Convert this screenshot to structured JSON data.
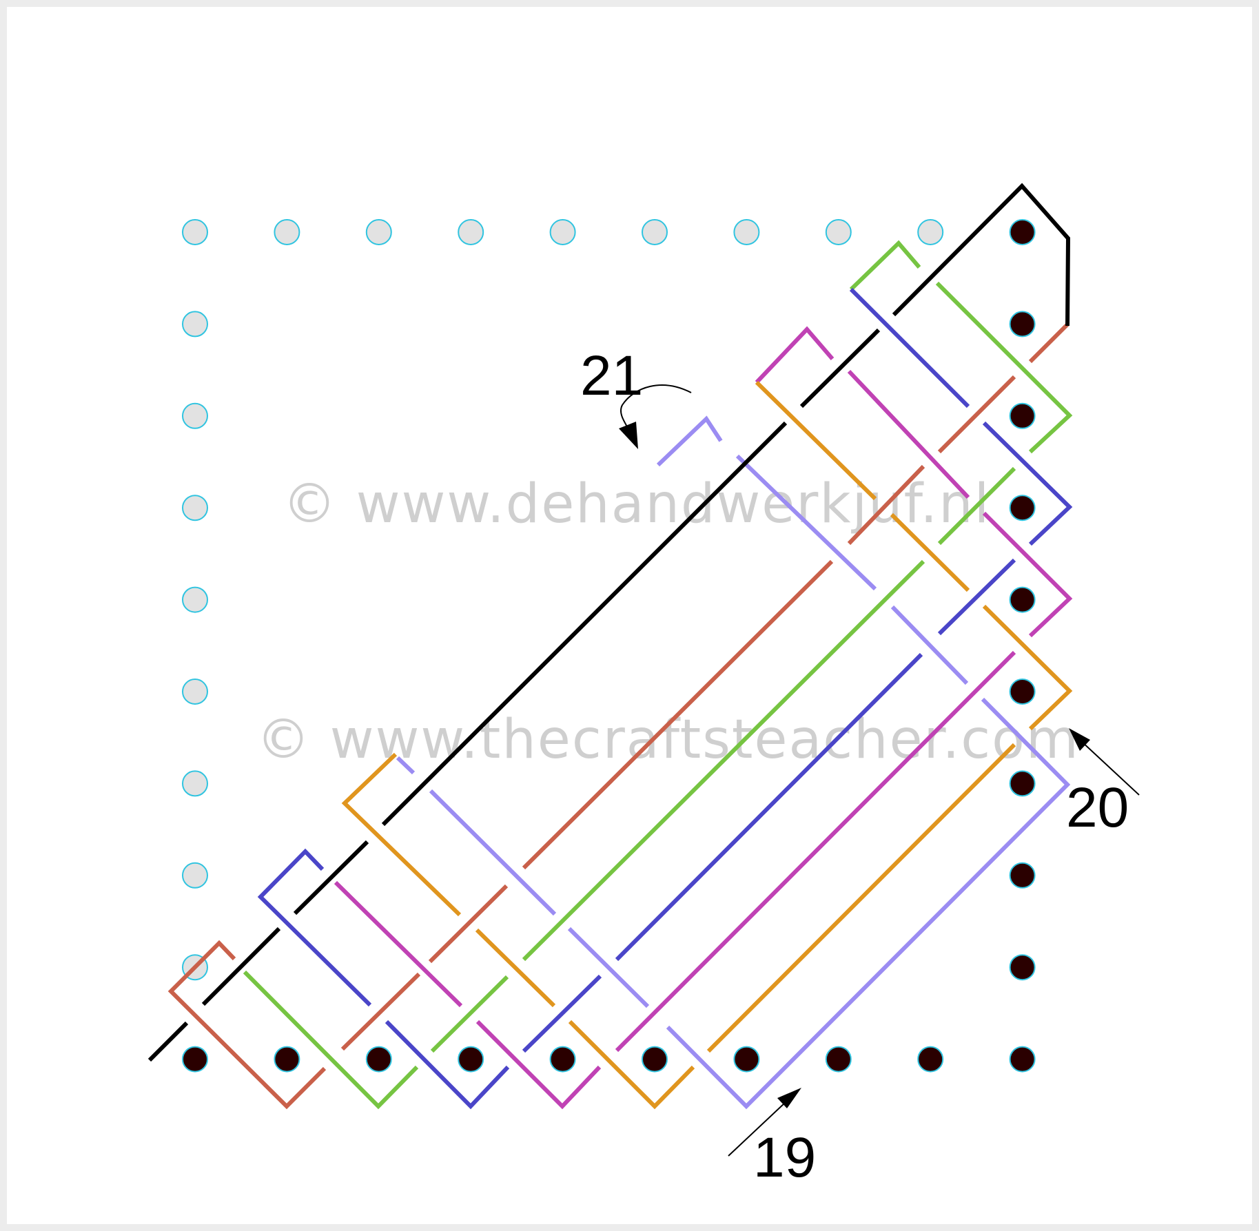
{
  "watermarks": {
    "line1": "© www.dehandwerkjuf.nl",
    "line2": "© www.thecraftsteacher.com"
  },
  "step_labels": {
    "step19": "19",
    "step20": "20",
    "step21": "21"
  },
  "colors": {
    "pin_empty_fill": "#e2e2e2",
    "pin_outline": "#30c4e0",
    "pin_filled": "#2a0000",
    "frame_border": "#ececec",
    "thread_black": "#000000",
    "thread_rust": "#c9604a",
    "thread_green": "#76c442",
    "thread_blue": "#4a45c8",
    "thread_magenta": "#c042b4",
    "thread_orange": "#e0951e",
    "thread_lavender": "#9b8cf2"
  }
}
